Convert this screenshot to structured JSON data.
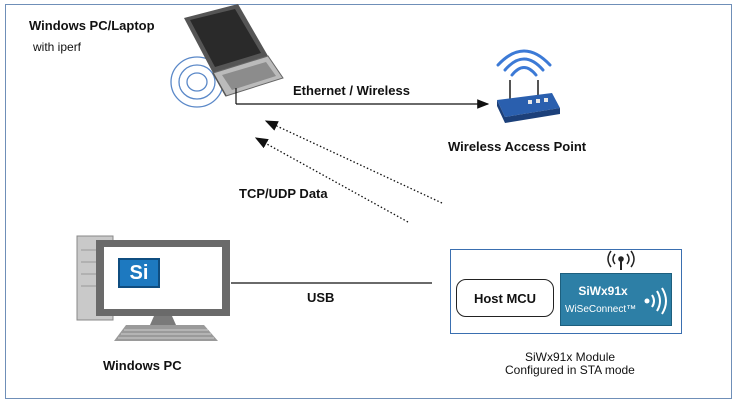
{
  "labels": {
    "laptop_title": "Windows PC/Laptop",
    "laptop_sub": "with iperf",
    "ethernet": "Ethernet / Wireless",
    "access_point": "Wireless Access Point",
    "tcp_udp": "TCP/UDP  Data",
    "usb": "USB",
    "windows_pc": "Windows PC",
    "host_mcu": "Host MCU",
    "siwx_name": "SiWx91x",
    "siwx_brand": "WiSeConnect™",
    "module_line1": "SiWx91x Module",
    "module_line2": "Configured in STA mode",
    "si_logo": "Si"
  },
  "icons": [
    "laptop-icon",
    "router-icon",
    "desktop-pc-icon",
    "antenna-icon",
    "wireless-waves-icon"
  ],
  "colors": {
    "frame_border": "#6f8fb8",
    "module_blue": "#2d7fa6",
    "router_blue": "#2a5fae",
    "signal_blue": "#3c7ad6"
  }
}
